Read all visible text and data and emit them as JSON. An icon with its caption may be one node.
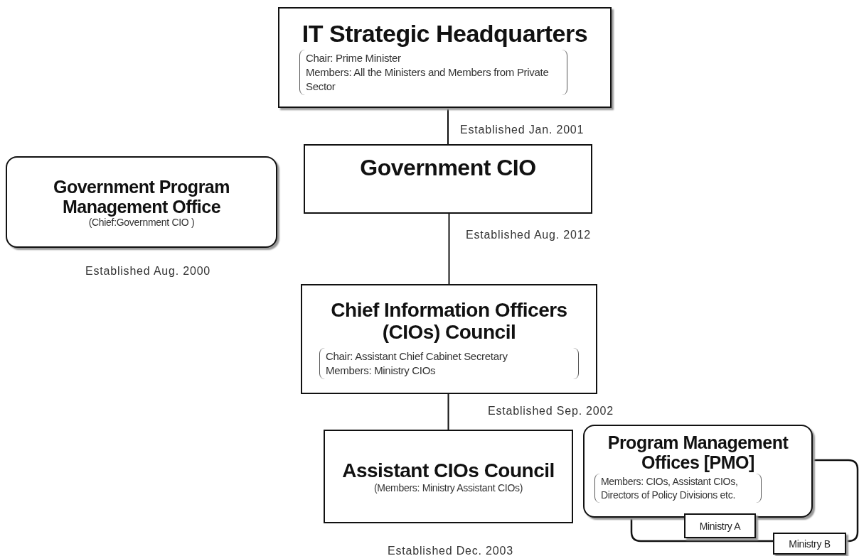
{
  "diagram": {
    "nodes": [
      {
        "text": [
          "IT Strategic Headquarters",
          "Chair: Prime Minister",
          "Members: All the Ministers and Members from Private Sector"
        ],
        "beside": [
          "Established Jan. 2001"
        ]
      },
      {
        "text": [
          "Government CIO"
        ],
        "beside": [
          "Established Aug. 2012"
        ]
      },
      {
        "text": [
          "Government Program Management Office",
          "(Chief:Government CIO )"
        ],
        "beside": [
          "Established Aug. 2000"
        ]
      },
      {
        "text": [
          "Chief Information Officers (CIOs) Council",
          "Chair: Assistant Chief Cabinet Secretary",
          "Members: Ministry CIOs"
        ],
        "beside": [
          "Established Sep. 2002"
        ]
      },
      {
        "text": [
          "Assistant CIOs Council",
          "(Members: Ministry Assistant CIOs)"
        ],
        "beside": [
          "Established Dec. 2003"
        ]
      },
      {
        "text": [
          "Program Management Offices [PMO]",
          "Members: CIOs, Assistant CIOs, Directors of Policy Divisions etc."
        ]
      },
      {
        "text": [
          "Ministry A"
        ]
      },
      {
        "text": [
          "Ministry B"
        ]
      }
    ],
    "edges": [
      {
        "from": 0,
        "to": 1,
        "arrow": "none"
      },
      {
        "from": 1,
        "to": 3,
        "arrow": "none"
      },
      {
        "from": 3,
        "to": 4,
        "arrow": "none"
      }
    ]
  }
}
